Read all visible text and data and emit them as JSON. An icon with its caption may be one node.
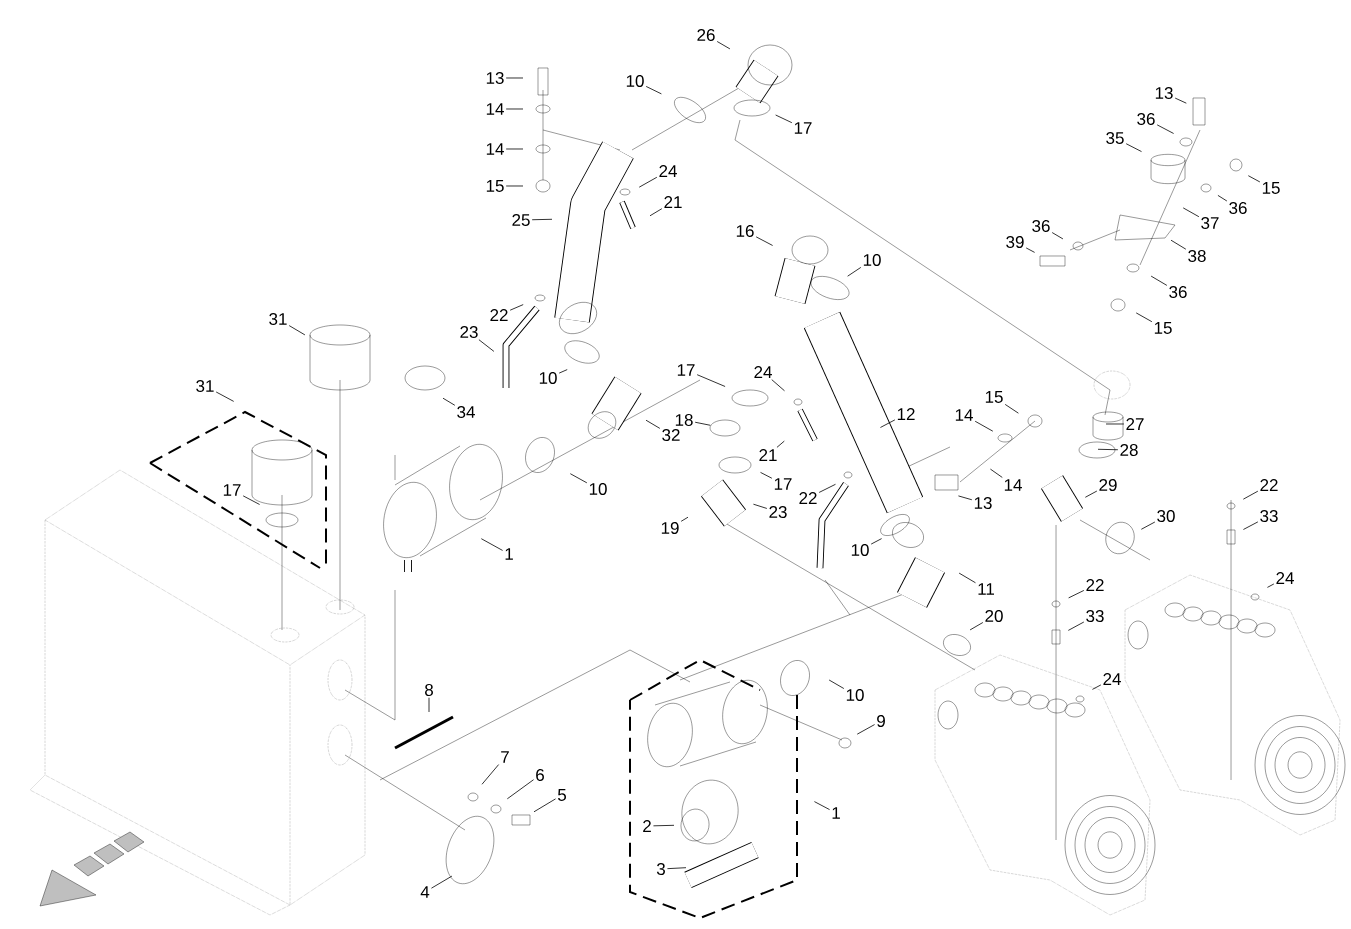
{
  "diagram": {
    "nodes": [
      {
        "text": [
          "13"
        ]
      },
      {
        "text": [
          "14"
        ]
      },
      {
        "text": [
          "14"
        ]
      },
      {
        "text": [
          "15"
        ]
      },
      {
        "text": [
          "10"
        ]
      },
      {
        "text": [
          "26"
        ]
      },
      {
        "text": [
          "17"
        ]
      },
      {
        "text": [
          "24"
        ]
      },
      {
        "text": [
          "21"
        ]
      },
      {
        "text": [
          "25"
        ]
      },
      {
        "text": [
          "13"
        ]
      },
      {
        "text": [
          "36"
        ]
      },
      {
        "text": [
          "35"
        ]
      },
      {
        "text": [
          "15"
        ]
      },
      {
        "text": [
          "36"
        ]
      },
      {
        "text": [
          "37"
        ]
      },
      {
        "text": [
          "38"
        ]
      },
      {
        "text": [
          "36"
        ]
      },
      {
        "text": [
          "39"
        ]
      },
      {
        "text": [
          "36"
        ]
      },
      {
        "text": [
          "15"
        ]
      },
      {
        "text": [
          "16"
        ]
      },
      {
        "text": [
          "10"
        ]
      },
      {
        "text": [
          "31"
        ]
      },
      {
        "text": [
          "22"
        ]
      },
      {
        "text": [
          "23"
        ]
      },
      {
        "text": [
          "10"
        ]
      },
      {
        "text": [
          "17"
        ]
      },
      {
        "text": [
          "24"
        ]
      },
      {
        "text": [
          "31"
        ]
      },
      {
        "text": [
          "15"
        ]
      },
      {
        "text": [
          "18"
        ]
      },
      {
        "text": [
          "34"
        ]
      },
      {
        "text": [
          "12"
        ]
      },
      {
        "text": [
          "14"
        ]
      },
      {
        "text": [
          "27"
        ]
      },
      {
        "text": [
          "32"
        ]
      },
      {
        "text": [
          "28"
        ]
      },
      {
        "text": [
          "21"
        ]
      },
      {
        "text": [
          "10"
        ]
      },
      {
        "text": [
          "17"
        ]
      },
      {
        "text": [
          "17"
        ]
      },
      {
        "text": [
          "14"
        ]
      },
      {
        "text": [
          "29"
        ]
      },
      {
        "text": [
          "22"
        ]
      },
      {
        "text": [
          "22"
        ]
      },
      {
        "text": [
          "13"
        ]
      },
      {
        "text": [
          "23"
        ]
      },
      {
        "text": [
          "30"
        ]
      },
      {
        "text": [
          "33"
        ]
      },
      {
        "text": [
          "19"
        ]
      },
      {
        "text": [
          "10"
        ]
      },
      {
        "text": [
          "1"
        ]
      },
      {
        "text": [
          "24"
        ]
      },
      {
        "text": [
          "22"
        ]
      },
      {
        "text": [
          "11"
        ]
      },
      {
        "text": [
          "20"
        ]
      },
      {
        "text": [
          "33"
        ]
      },
      {
        "text": [
          "24"
        ]
      },
      {
        "text": [
          "8"
        ]
      },
      {
        "text": [
          "10"
        ]
      },
      {
        "text": [
          "9"
        ]
      },
      {
        "text": [
          "7"
        ]
      },
      {
        "text": [
          "6"
        ]
      },
      {
        "text": [
          "5"
        ]
      },
      {
        "text": [
          "1"
        ]
      },
      {
        "text": [
          "2"
        ]
      },
      {
        "text": [
          "3"
        ]
      },
      {
        "text": [
          "4"
        ]
      }
    ],
    "edges": [
      {
        "from": 0,
        "to": null,
        "arrow": "none"
      },
      {
        "from": 1,
        "to": null,
        "arrow": "none"
      },
      {
        "from": 2,
        "to": null,
        "arrow": "none"
      },
      {
        "from": 3,
        "to": null,
        "arrow": "none"
      },
      {
        "from": 4,
        "to": null,
        "arrow": "none"
      },
      {
        "from": 5,
        "to": null,
        "arrow": "none"
      },
      {
        "from": 6,
        "to": null,
        "arrow": "none"
      },
      {
        "from": 7,
        "to": null,
        "arrow": "none"
      },
      {
        "from": 8,
        "to": null,
        "arrow": "none"
      },
      {
        "from": 9,
        "to": null,
        "arrow": "none"
      },
      {
        "from": 10,
        "to": null,
        "arrow": "none"
      },
      {
        "from": 11,
        "to": null,
        "arrow": "none"
      },
      {
        "from": 12,
        "to": null,
        "arrow": "none"
      },
      {
        "from": 13,
        "to": null,
        "arrow": "none"
      },
      {
        "from": 14,
        "to": null,
        "arrow": "none"
      },
      {
        "from": 15,
        "to": null,
        "arrow": "none"
      },
      {
        "from": 16,
        "to": null,
        "arrow": "none"
      },
      {
        "from": 17,
        "to": null,
        "arrow": "none"
      },
      {
        "from": 18,
        "to": null,
        "arrow": "none"
      },
      {
        "from": 19,
        "to": null,
        "arrow": "none"
      },
      {
        "from": 20,
        "to": null,
        "arrow": "none"
      },
      {
        "from": 21,
        "to": null,
        "arrow": "none"
      },
      {
        "from": 22,
        "to": null,
        "arrow": "none"
      },
      {
        "from": 23,
        "to": null,
        "arrow": "none"
      },
      {
        "from": 24,
        "to": null,
        "arrow": "none"
      },
      {
        "from": 25,
        "to": null,
        "arrow": "none"
      },
      {
        "from": 26,
        "to": null,
        "arrow": "none"
      },
      {
        "from": 27,
        "to": null,
        "arrow": "none"
      },
      {
        "from": 28,
        "to": null,
        "arrow": "none"
      },
      {
        "from": 29,
        "to": null,
        "arrow": "none"
      },
      {
        "from": 30,
        "to": null,
        "arrow": "none"
      },
      {
        "from": 31,
        "to": null,
        "arrow": "none"
      },
      {
        "from": 32,
        "to": null,
        "arrow": "none"
      },
      {
        "from": 33,
        "to": null,
        "arrow": "none"
      },
      {
        "from": 34,
        "to": null,
        "arrow": "none"
      },
      {
        "from": 35,
        "to": null,
        "arrow": "none"
      },
      {
        "from": 36,
        "to": null,
        "arrow": "none"
      },
      {
        "from": 37,
        "to": null,
        "arrow": "none"
      },
      {
        "from": 38,
        "to": null,
        "arrow": "none"
      },
      {
        "from": 39,
        "to": null,
        "arrow": "none"
      },
      {
        "from": 40,
        "to": null,
        "arrow": "none"
      },
      {
        "from": 41,
        "to": null,
        "arrow": "none"
      },
      {
        "from": 42,
        "to": null,
        "arrow": "none"
      },
      {
        "from": 43,
        "to": null,
        "arrow": "none"
      },
      {
        "from": 44,
        "to": null,
        "arrow": "none"
      },
      {
        "from": 45,
        "to": null,
        "arrow": "none"
      },
      {
        "from": 46,
        "to": null,
        "arrow": "none"
      },
      {
        "from": 47,
        "to": null,
        "arrow": "none"
      },
      {
        "from": 48,
        "to": null,
        "arrow": "none"
      },
      {
        "from": 49,
        "to": null,
        "arrow": "none"
      },
      {
        "from": 50,
        "to": null,
        "arrow": "none"
      },
      {
        "from": 51,
        "to": null,
        "arrow": "none"
      },
      {
        "from": 52,
        "to": null,
        "arrow": "none"
      },
      {
        "from": 53,
        "to": null,
        "arrow": "none"
      },
      {
        "from": 54,
        "to": null,
        "arrow": "none"
      },
      {
        "from": 55,
        "to": null,
        "arrow": "none"
      },
      {
        "from": 56,
        "to": null,
        "arrow": "none"
      },
      {
        "from": 57,
        "to": null,
        "arrow": "none"
      },
      {
        "from": 58,
        "to": null,
        "arrow": "none"
      },
      {
        "from": 59,
        "to": null,
        "arrow": "none"
      },
      {
        "from": 60,
        "to": null,
        "arrow": "none"
      },
      {
        "from": 61,
        "to": null,
        "arrow": "none"
      },
      {
        "from": 62,
        "to": null,
        "arrow": "none"
      },
      {
        "from": 63,
        "to": null,
        "arrow": "none"
      },
      {
        "from": 64,
        "to": null,
        "arrow": "none"
      },
      {
        "from": 65,
        "to": null,
        "arrow": "none"
      },
      {
        "from": 66,
        "to": null,
        "arrow": "none"
      },
      {
        "from": 67,
        "to": null,
        "arrow": "none"
      },
      {
        "from": 68,
        "to": null,
        "arrow": "none"
      }
    ]
  }
}
